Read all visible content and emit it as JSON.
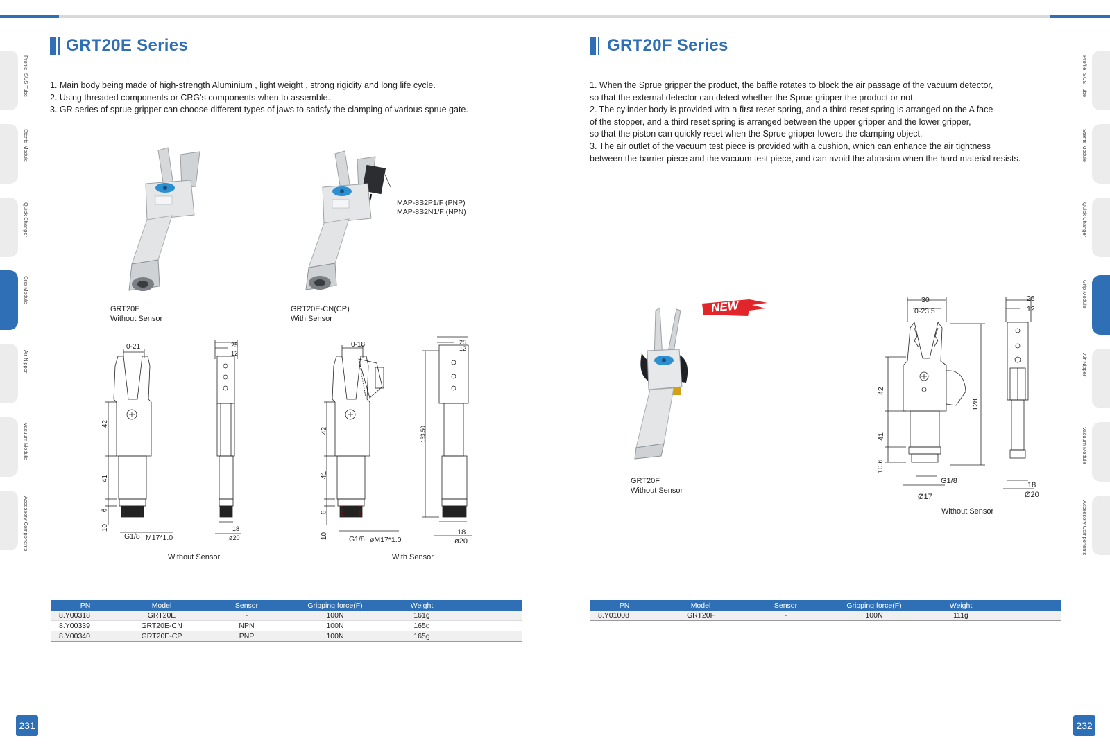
{
  "left_page": {
    "title": "GRT20E Series",
    "description": [
      "1. Main body being made of  high-strength Aluminium , light weight , strong rigidity and long life cycle.",
      "2. Using threaded components or CRG's components when to assemble.",
      "3. GR series of sprue gripper can choose different types of jaws to satisfy the clamping of various sprue gate."
    ],
    "product1_caption": [
      "GRT20E",
      "Without Sensor"
    ],
    "product2_caption": [
      "GRT20E-CN(CP)",
      "With Sensor"
    ],
    "sensor_callout": [
      "MAP-8S2P1/F (PNP)",
      "MAP-8S2N1/F (NPN)"
    ],
    "drawing_caption_1": "Without Sensor",
    "drawing_caption_2": "With Sensor",
    "dims_without": {
      "open": "0-21",
      "h1": "42",
      "h2": "41",
      "h3": "6",
      "h4": "10",
      "thread": "G1/8",
      "nut": "M17*1.0",
      "w1": "25",
      "w2": "12",
      "w3": "18",
      "dia": "ø20"
    },
    "dims_with": {
      "open": "0-18",
      "h1": "42",
      "h2": "41",
      "h3": "6",
      "h4": "10",
      "thread": "G1/8",
      "nut": "øM17*1.0",
      "w1": "25",
      "w2": "12",
      "w3": "18",
      "dia": "ø20",
      "total": "133.50"
    },
    "table": {
      "headers": [
        "PN",
        "Model",
        "Sensor",
        "Gripping force(F)",
        "Weight"
      ],
      "rows": [
        [
          "8.Y00318",
          "GRT20E",
          "-",
          "100N",
          "161g"
        ],
        [
          "8.Y00339",
          "GRT20E-CN",
          "NPN",
          "100N",
          "165g"
        ],
        [
          "8.Y00340",
          "GRT20E-CP",
          "PNP",
          "100N",
          "165g"
        ]
      ]
    },
    "page_number": "231"
  },
  "right_page": {
    "title": "GRT20F Series",
    "description": [
      "1. When the Sprue  gripper the product, the baffle rotates to block the air passage of the vacuum detector,",
      "so that the external detector can detect whether the Sprue  gripper the product or not.",
      "2. The cylinder body is provided with a first reset spring, and a third reset spring is arranged on the A face",
      "of the stopper, and a third reset spring is arranged between the upper gripper and the lower gripper,",
      "so that the piston can quickly reset when the Sprue  gripper lowers the clamping object.",
      "3. The air outlet of the vacuum test piece is provided with a cushion, which can enhance the air tightness",
      "between the barrier piece and the vacuum test piece, and can avoid the abrasion when the hard material resists."
    ],
    "new_badge": "NEW",
    "product_caption": [
      "GRT20F",
      "Without Sensor"
    ],
    "drawing_caption": "Without Sensor",
    "dims": {
      "w_top": "30",
      "open": "0-23.5",
      "h1": "42",
      "h2": "41",
      "h3": "10.6",
      "total": "128",
      "thread": "G1/8",
      "dia_body": "Ø17",
      "w1": "25",
      "w2": "12",
      "w3": "18",
      "dia": "Ø20"
    },
    "table": {
      "headers": [
        "PN",
        "Model",
        "Sensor",
        "Gripping force(F)",
        "Weight"
      ],
      "rows": [
        [
          "8.Y01008",
          "GRT20F",
          "-",
          "100N",
          "111g"
        ]
      ]
    },
    "page_number": "232"
  },
  "side_tabs": [
    "Profile· SUS Tube",
    "Stents Module",
    "Quick Changer",
    "Grip Module",
    "Air Nipper",
    "Vacuum Module",
    "Accessory Components"
  ],
  "active_tab": "Grip Module",
  "colors": {
    "accent": "#2f6fb5",
    "tab_inactive": "#ececec",
    "new_badge": "#e0252b"
  }
}
